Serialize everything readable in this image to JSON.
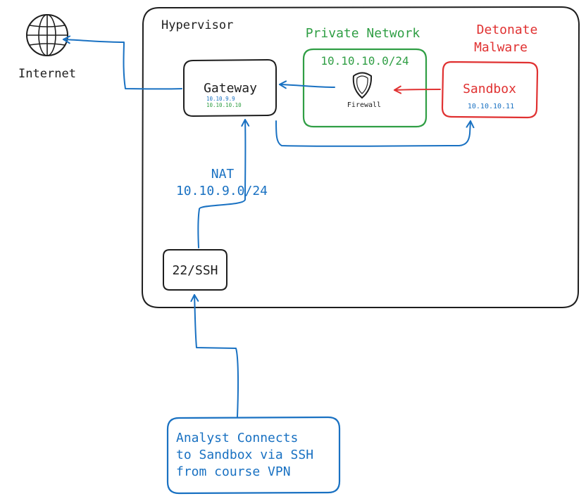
{
  "colors": {
    "ink": "#1e1e1e",
    "blue": "#1971c2",
    "green": "#2f9e44",
    "red": "#e03131",
    "background": "#ffffff"
  },
  "hypervisor": {
    "label": "Hypervisor"
  },
  "internet": {
    "icon": "globe-icon",
    "label": "Internet"
  },
  "gateway": {
    "label": "Gateway",
    "ip_blue": "10.10.9.9",
    "ip_green": "10.10.10.10"
  },
  "private_network": {
    "title": "Private Network",
    "subnet": "10.10.10.0/24",
    "firewall_icon": "shield-icon",
    "firewall_label": "Firewall"
  },
  "sandbox": {
    "title_line1": "Detonate",
    "title_line2": "Malware",
    "label": "Sandbox",
    "ip": "10.10.10.11"
  },
  "nat": {
    "label": "NAT",
    "subnet": "10.10.9.0/24"
  },
  "ssh": {
    "label": "22/SSH"
  },
  "analyst": {
    "line1": "Analyst Connects",
    "line2": "to Sandbox via SSH",
    "line3": "from course VPN"
  }
}
